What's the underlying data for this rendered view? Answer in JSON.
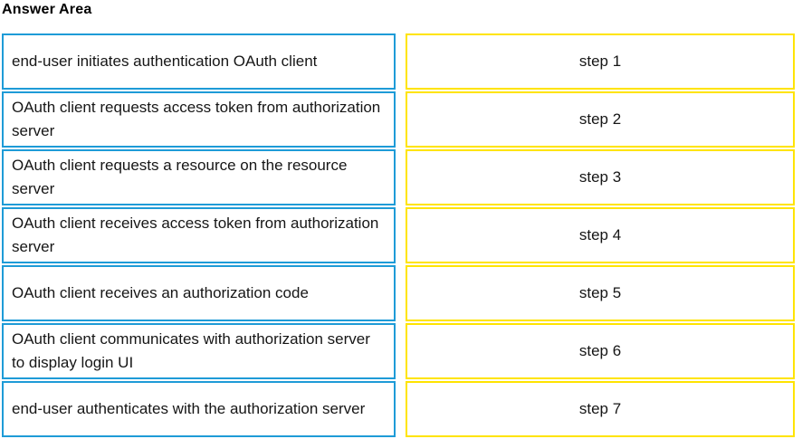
{
  "header": {
    "title": "Answer Area"
  },
  "colors": {
    "drag_item_border": "#1e9bd7",
    "drop_target_border": "#ffe400",
    "text": "#161616",
    "background": "#ffffff"
  },
  "answer_area": {
    "rows": [
      {
        "drag_item": "end-user initiates authentication OAuth client",
        "drop_target": "step 1"
      },
      {
        "drag_item": "OAuth client requests access token from authorization server",
        "drop_target": "step 2"
      },
      {
        "drag_item": "OAuth client requests a resource on the resource server",
        "drop_target": "step 3"
      },
      {
        "drag_item": "OAuth client receives access token from authorization server",
        "drop_target": "step 4"
      },
      {
        "drag_item": "OAuth client receives an authorization code",
        "drop_target": "step 5"
      },
      {
        "drag_item": "OAuth client communicates with authorization server to display login UI",
        "drop_target": "step 6"
      },
      {
        "drag_item": "end-user authenticates with the authorization server",
        "drop_target": "step 7"
      }
    ]
  }
}
